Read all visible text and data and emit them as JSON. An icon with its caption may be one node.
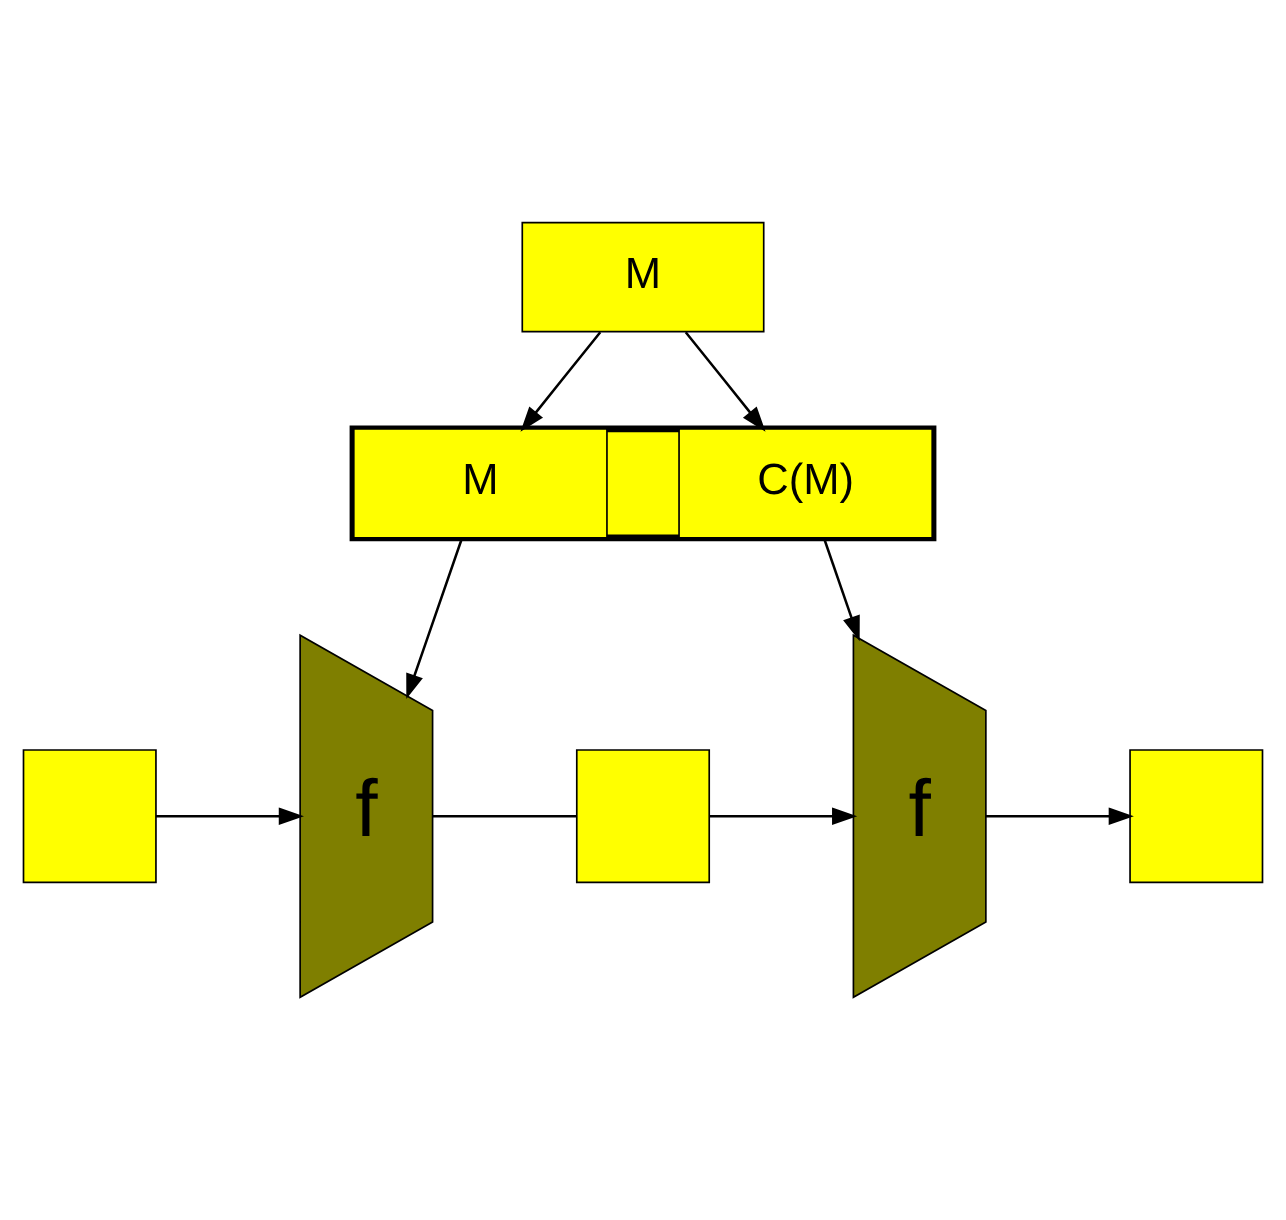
{
  "diagram": {
    "nodes": [
      {
        "text": [
          "M"
        ]
      },
      {
        "text": [],
        "shape": "box"
      },
      {
        "text": [
          "M"
        ],
        "in": 1
      },
      {
        "text": [
          "C(M)"
        ],
        "in": 1
      },
      {
        "text": [],
        "shape": "box"
      },
      {
        "text": [
          "f"
        ]
      },
      {
        "text": [],
        "shape": "box"
      },
      {
        "text": [
          "f"
        ]
      },
      {
        "text": [],
        "shape": "box"
      }
    ],
    "edges": [
      {
        "from": 0,
        "to": 2,
        "arrow": "to"
      },
      {
        "from": 0,
        "to": 3,
        "arrow": "to"
      },
      {
        "from": 2,
        "to": 5,
        "arrow": "to"
      },
      {
        "from": 3,
        "to": 7,
        "arrow": "to"
      },
      {
        "from": 4,
        "to": 5,
        "arrow": "to"
      },
      {
        "from": 5,
        "to": 6,
        "arrow": "none"
      },
      {
        "from": 6,
        "to": 7,
        "arrow": "to"
      },
      {
        "from": 7,
        "to": 8,
        "arrow": "to"
      }
    ]
  }
}
